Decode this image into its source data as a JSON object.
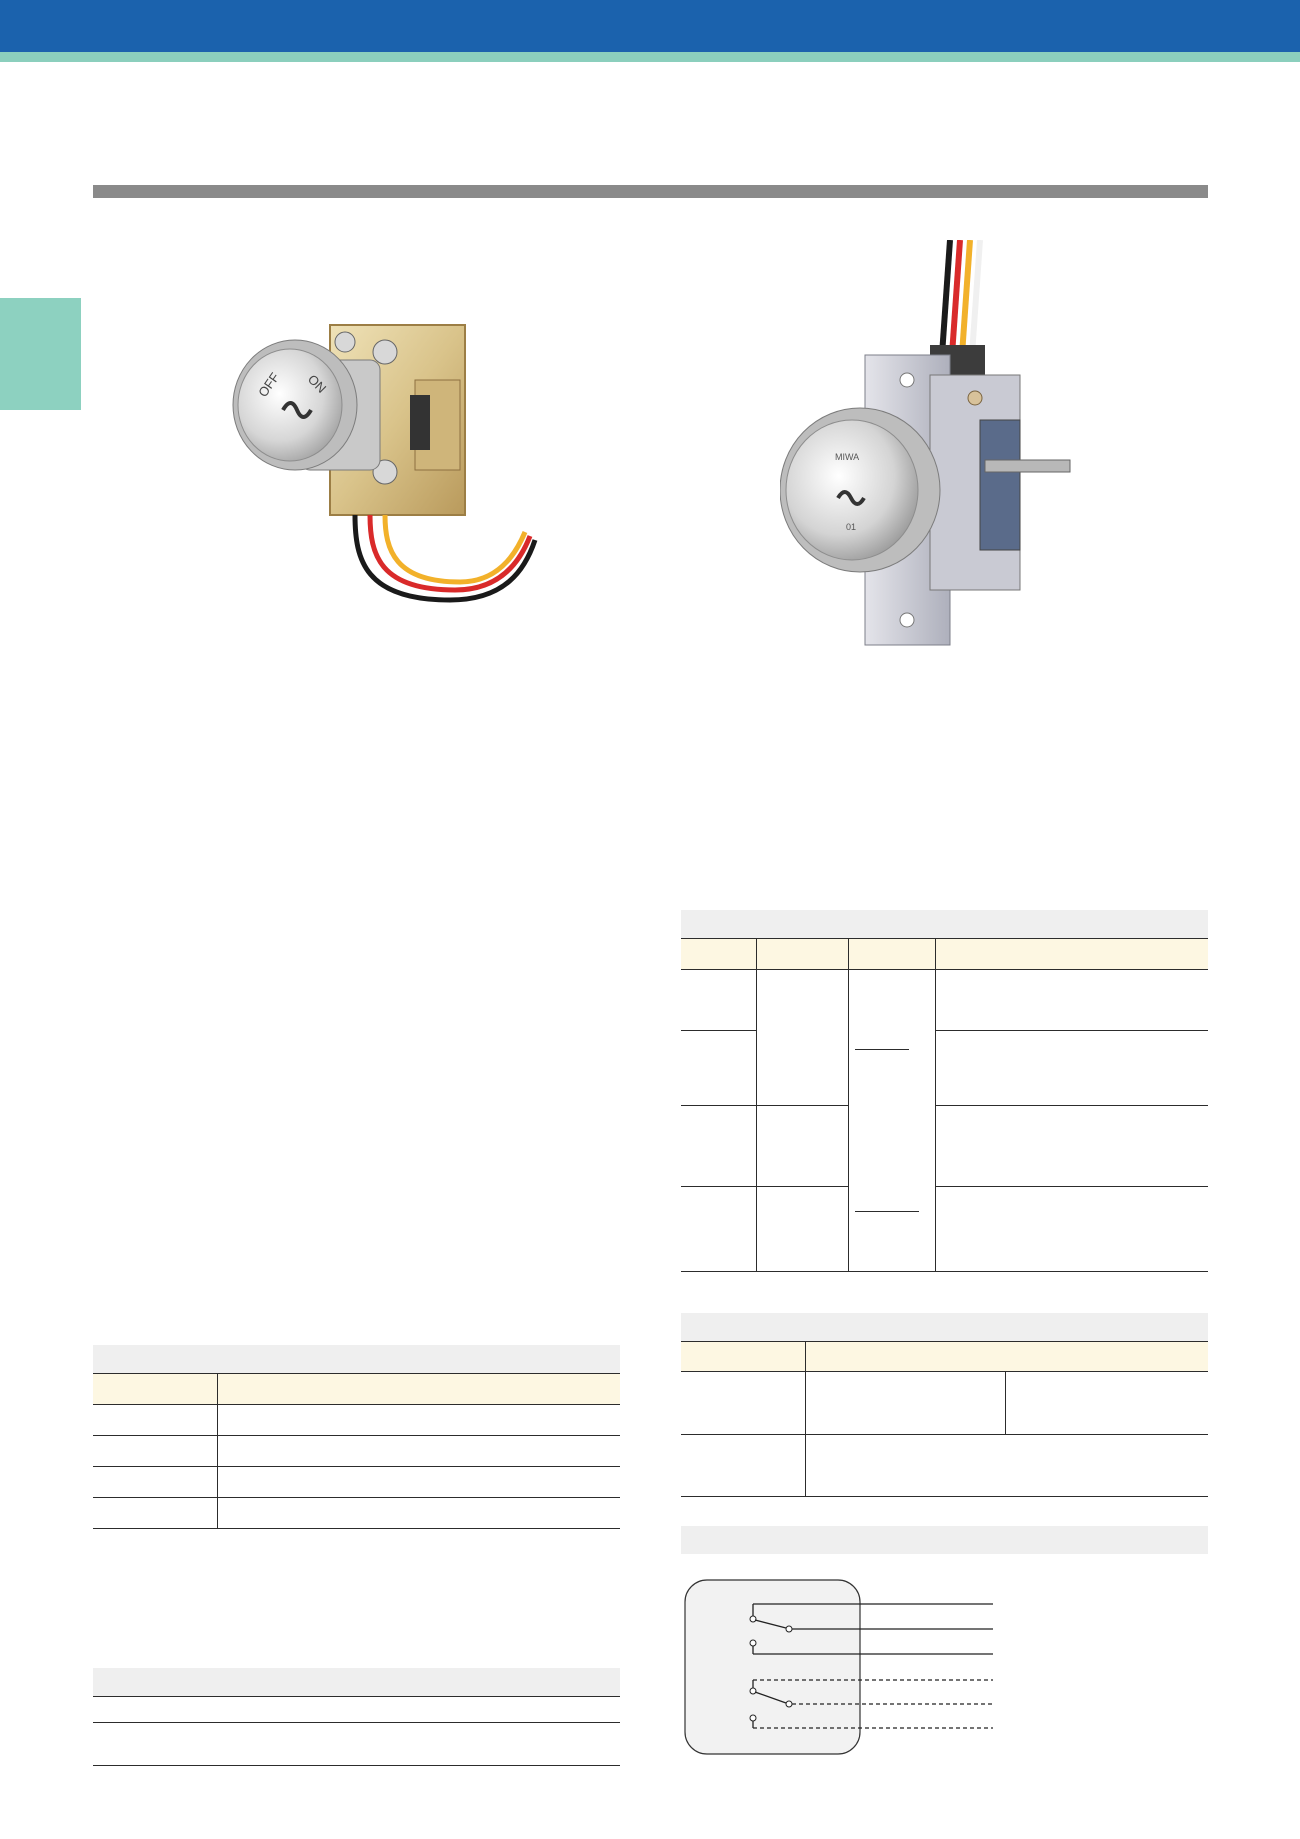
{
  "colors": {
    "header_blue": "#1b62ad",
    "header_teal": "#8bcfbd",
    "section_tab": "#8dd1c0",
    "title_rule": "#8a8a8a",
    "table_caption_bg": "#efefef",
    "table_header_bg": "#fdf7e2"
  },
  "product_images": [
    {
      "kind": "key-switch-round-face",
      "face_labels": [
        "OFF",
        "ON"
      ],
      "wires": [
        "black",
        "red",
        "yellow"
      ]
    },
    {
      "kind": "key-switch-bracket-mount",
      "face_labels": [
        "MIWA",
        "01"
      ],
      "wires": [
        "black",
        "red",
        "yellow",
        "white"
      ]
    }
  ],
  "icons": [
    "key-switch-photo",
    "wiring-diagram"
  ]
}
